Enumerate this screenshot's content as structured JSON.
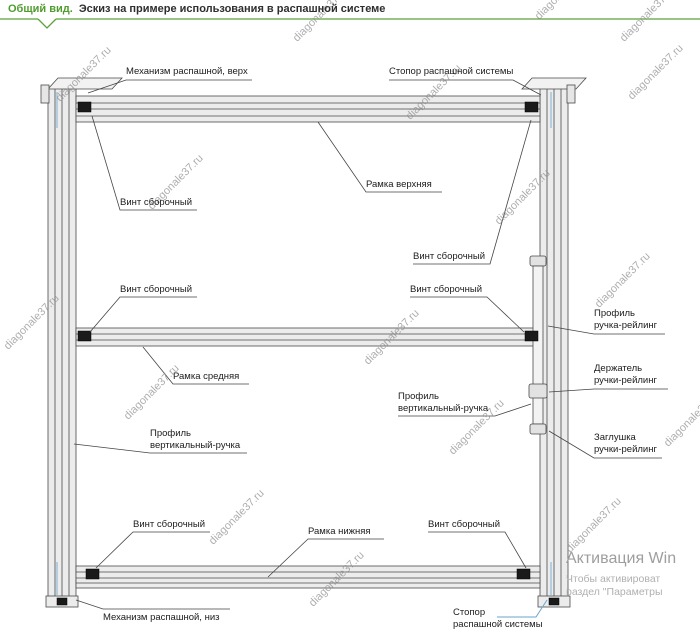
{
  "header": {
    "prefix": "Общий вид.",
    "title": "Эскиз на примере использования в распашной системе",
    "accent_color": "#4f9c2e"
  },
  "watermark": {
    "text": "diagonale37.ru"
  },
  "activation": {
    "title": "Активация Win",
    "line1": "Чтобы активироват",
    "line2": "раздел \"Параметры"
  },
  "diagram": {
    "labels": {
      "mechanism_top": "Механизм распашной, верх",
      "stopper_top": "Стопор распашной системы",
      "frame_top": "Рамка верхняя",
      "assembly_screw": "Винт сборочный",
      "frame_middle": "Рамка средняя",
      "profile_handle_rail": "Профиль\nручка-рейлинг",
      "holder_handle_rail": "Держатель\nручки-рейлинг",
      "profile_vertical_handle": "Профиль\nвертикальный-ручка",
      "plug_handle_rail": "Заглушка\nручки-рейлинг",
      "frame_bottom": "Рамка нижняя",
      "mechanism_bottom": "Механизм распашной, низ",
      "stopper_bottom": "Стопор\nраспашной системы"
    }
  }
}
